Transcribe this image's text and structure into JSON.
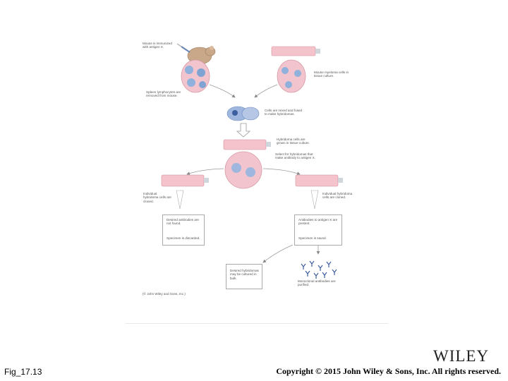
{
  "figure": {
    "labels": {
      "mouse": "Mouse is immunized with antigen X.",
      "spleen": "Spleen lymphocytes are removed from mouse.",
      "myeloma": "Mouse myeloma cells in tissue culture.",
      "fused": "Cells are mixed and fused to make hybridomas.",
      "hybridoma": "Hybridoma cells are grown in tissue culture.",
      "select": "Select for hybridomas that make antibody to antigen X.",
      "individual": "Individual hybridoma cells are cloned.",
      "individual_right": "Individual hybridoma cells are cloned.",
      "not_found": "Desired antibodies are not found.",
      "discarded": "Specimen is discarded.",
      "present": "Antibodies to antigen X are present.",
      "saved": "Specimen is saved.",
      "cultured": "Desired hybridomas may be cultured in bulk.",
      "purified": "Monoclonal antibodies are purified.",
      "credit": "(© John Wiley and Sons, Inc.)"
    }
  },
  "footer": {
    "fig_label": "Fig_17.13",
    "copyright": "Copyright © 2015 John Wiley & Sons, Inc. All rights reserved.",
    "logo": "WILEY"
  }
}
